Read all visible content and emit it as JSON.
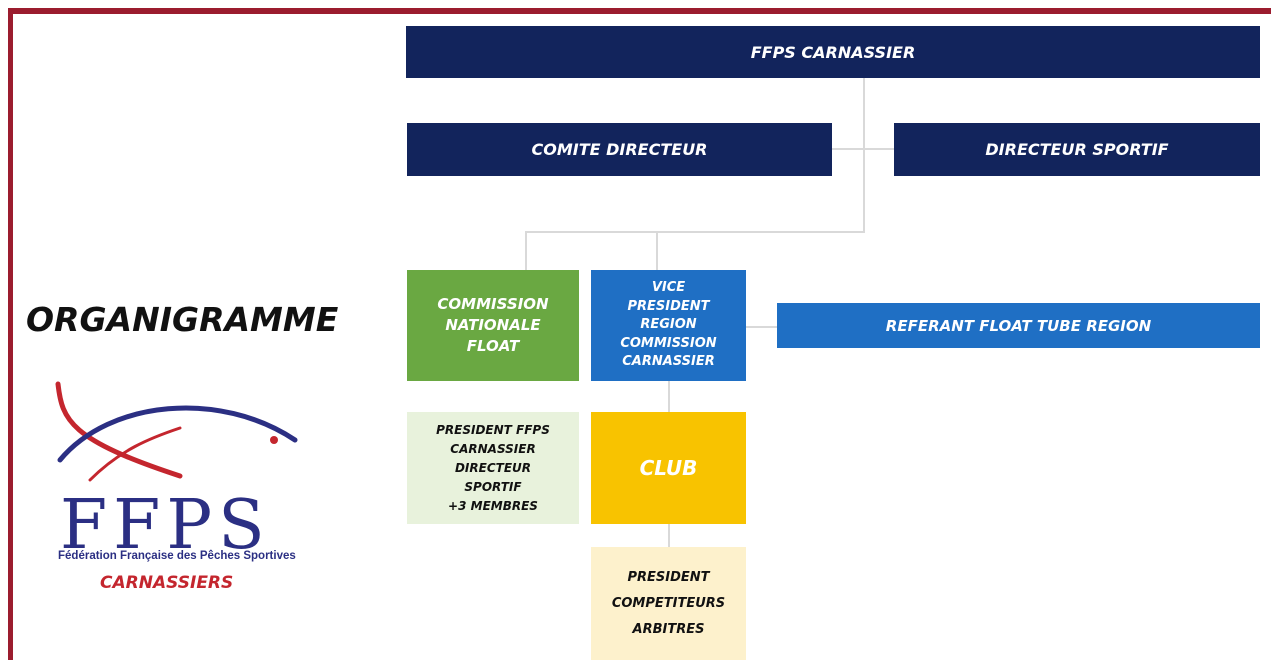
{
  "title": "ORGANIGRAMME",
  "logo": {
    "name": "FFPS",
    "subtitle": "Fédération Française des Pêches Sportives",
    "division": "CARNASSIERS"
  },
  "nodes": {
    "ffps_carnassier": "FFPS CARNASSIER",
    "comite_directeur": "COMITE DIRECTEUR",
    "directeur_sportif": "DIRECTEUR SPORTIF",
    "commission_nationale_float": "COMMISSION\nNATIONALE\nFLOAT",
    "vice_president": "VICE\nPRESIDENT\nREGION\nCOMMISSION\nCARNASSIER",
    "referant_float_tube": "REFERANT FLOAT TUBE REGION",
    "commission_members": "PRESIDENT FFPS\nCARNASSIER\nDIRECTEUR\nSPORTIF\n+3 MEMBRES",
    "club": "CLUB",
    "club_members": "PRESIDENT\nCOMPETITEURS\nARBITRES"
  },
  "colors": {
    "frame": "#9b1c2e",
    "navy": "#12245c",
    "blue": "#1f6fc4",
    "green": "#6aa842",
    "light_green": "#e8f2dc",
    "yellow": "#f8c300",
    "light_yellow": "#fdf1cc",
    "connector": "#d9d9d9"
  }
}
